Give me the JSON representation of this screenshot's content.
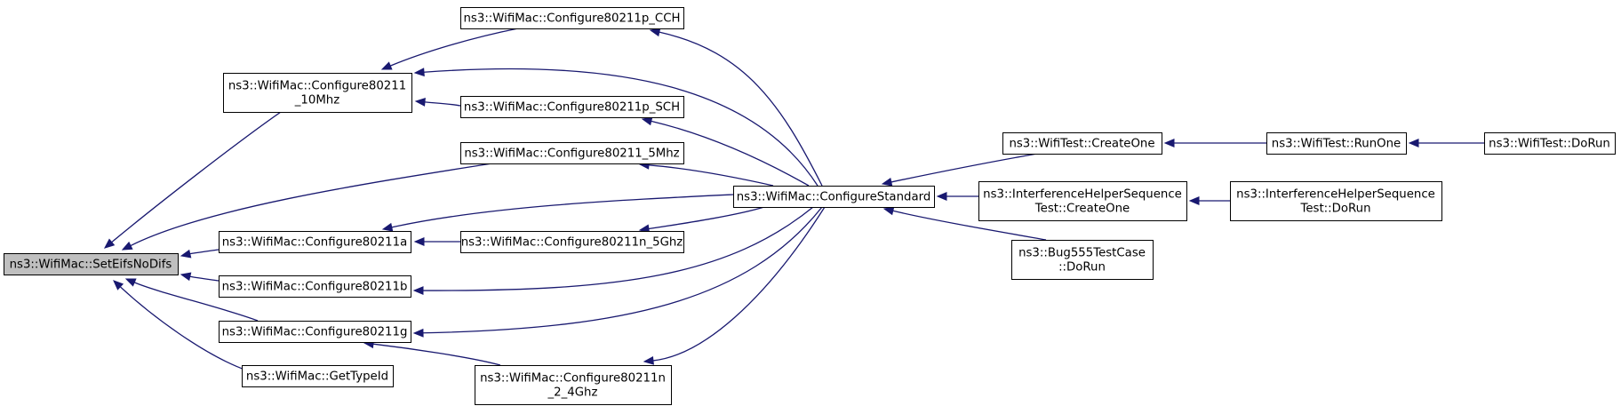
{
  "nodes": [
    {
      "id": "setEifsNoDifs",
      "lines": [
        "ns3::WifiMac::SetEifsNoDifs"
      ],
      "highlighted": true
    },
    {
      "id": "cfg10",
      "lines": [
        "ns3::WifiMac::Configure80211",
        "_10Mhz"
      ]
    },
    {
      "id": "cfgpCCH",
      "lines": [
        "ns3::WifiMac::Configure80211p_CCH"
      ]
    },
    {
      "id": "cfgpSCH",
      "lines": [
        "ns3::WifiMac::Configure80211p_SCH"
      ]
    },
    {
      "id": "cfg5",
      "lines": [
        "ns3::WifiMac::Configure80211_5Mhz"
      ]
    },
    {
      "id": "cfga",
      "lines": [
        "ns3::WifiMac::Configure80211a"
      ]
    },
    {
      "id": "cfgn5",
      "lines": [
        "ns3::WifiMac::Configure80211n_5Ghz"
      ]
    },
    {
      "id": "cfgb",
      "lines": [
        "ns3::WifiMac::Configure80211b"
      ]
    },
    {
      "id": "cfgg",
      "lines": [
        "ns3::WifiMac::Configure80211g"
      ]
    },
    {
      "id": "getTypeId",
      "lines": [
        "ns3::WifiMac::GetTypeId"
      ]
    },
    {
      "id": "cfgn24",
      "lines": [
        "ns3::WifiMac::Configure80211n",
        "_2_4Ghz"
      ]
    },
    {
      "id": "cfgStd",
      "lines": [
        "ns3::WifiMac::ConfigureStandard"
      ]
    },
    {
      "id": "createOne",
      "lines": [
        "ns3::WifiTest::CreateOne"
      ]
    },
    {
      "id": "ihCreateOne",
      "lines": [
        "ns3::InterferenceHelperSequence",
        "Test::CreateOne"
      ]
    },
    {
      "id": "bug555",
      "lines": [
        "ns3::Bug555TestCase",
        "::DoRun"
      ]
    },
    {
      "id": "runOne",
      "lines": [
        "ns3::WifiTest::RunOne"
      ]
    },
    {
      "id": "ihDoRun",
      "lines": [
        "ns3::InterferenceHelperSequence",
        "Test::DoRun"
      ]
    },
    {
      "id": "doRun",
      "lines": [
        "ns3::WifiTest::DoRun"
      ]
    }
  ],
  "edges": [
    {
      "from": "cfg10",
      "to": "setEifsNoDifs"
    },
    {
      "from": "cfg5",
      "to": "setEifsNoDifs"
    },
    {
      "from": "cfga",
      "to": "setEifsNoDifs"
    },
    {
      "from": "cfgb",
      "to": "setEifsNoDifs"
    },
    {
      "from": "cfgg",
      "to": "setEifsNoDifs"
    },
    {
      "from": "getTypeId",
      "to": "setEifsNoDifs"
    },
    {
      "from": "cfgpCCH",
      "to": "cfg10"
    },
    {
      "from": "cfgpSCH",
      "to": "cfg10"
    },
    {
      "from": "cfgStd",
      "to": "cfg10"
    },
    {
      "from": "cfgStd",
      "to": "cfgpCCH"
    },
    {
      "from": "cfgStd",
      "to": "cfgpSCH"
    },
    {
      "from": "cfgStd",
      "to": "cfg5"
    },
    {
      "from": "cfgStd",
      "to": "cfga"
    },
    {
      "from": "cfgn5",
      "to": "cfga"
    },
    {
      "from": "cfgStd",
      "to": "cfgn5"
    },
    {
      "from": "cfgStd",
      "to": "cfgb"
    },
    {
      "from": "cfgStd",
      "to": "cfgg"
    },
    {
      "from": "cfgn24",
      "to": "cfgg"
    },
    {
      "from": "cfgStd",
      "to": "cfgn24"
    },
    {
      "from": "createOne",
      "to": "cfgStd"
    },
    {
      "from": "ihCreateOne",
      "to": "cfgStd"
    },
    {
      "from": "bug555",
      "to": "cfgStd"
    },
    {
      "from": "runOne",
      "to": "createOne"
    },
    {
      "from": "ihDoRun",
      "to": "ihCreateOne"
    },
    {
      "from": "doRun",
      "to": "runOne"
    }
  ],
  "colors": {
    "edge": "#191970",
    "node_border": "#000000",
    "node_fill": "#ffffff",
    "root_fill": "#bfbfbf"
  }
}
